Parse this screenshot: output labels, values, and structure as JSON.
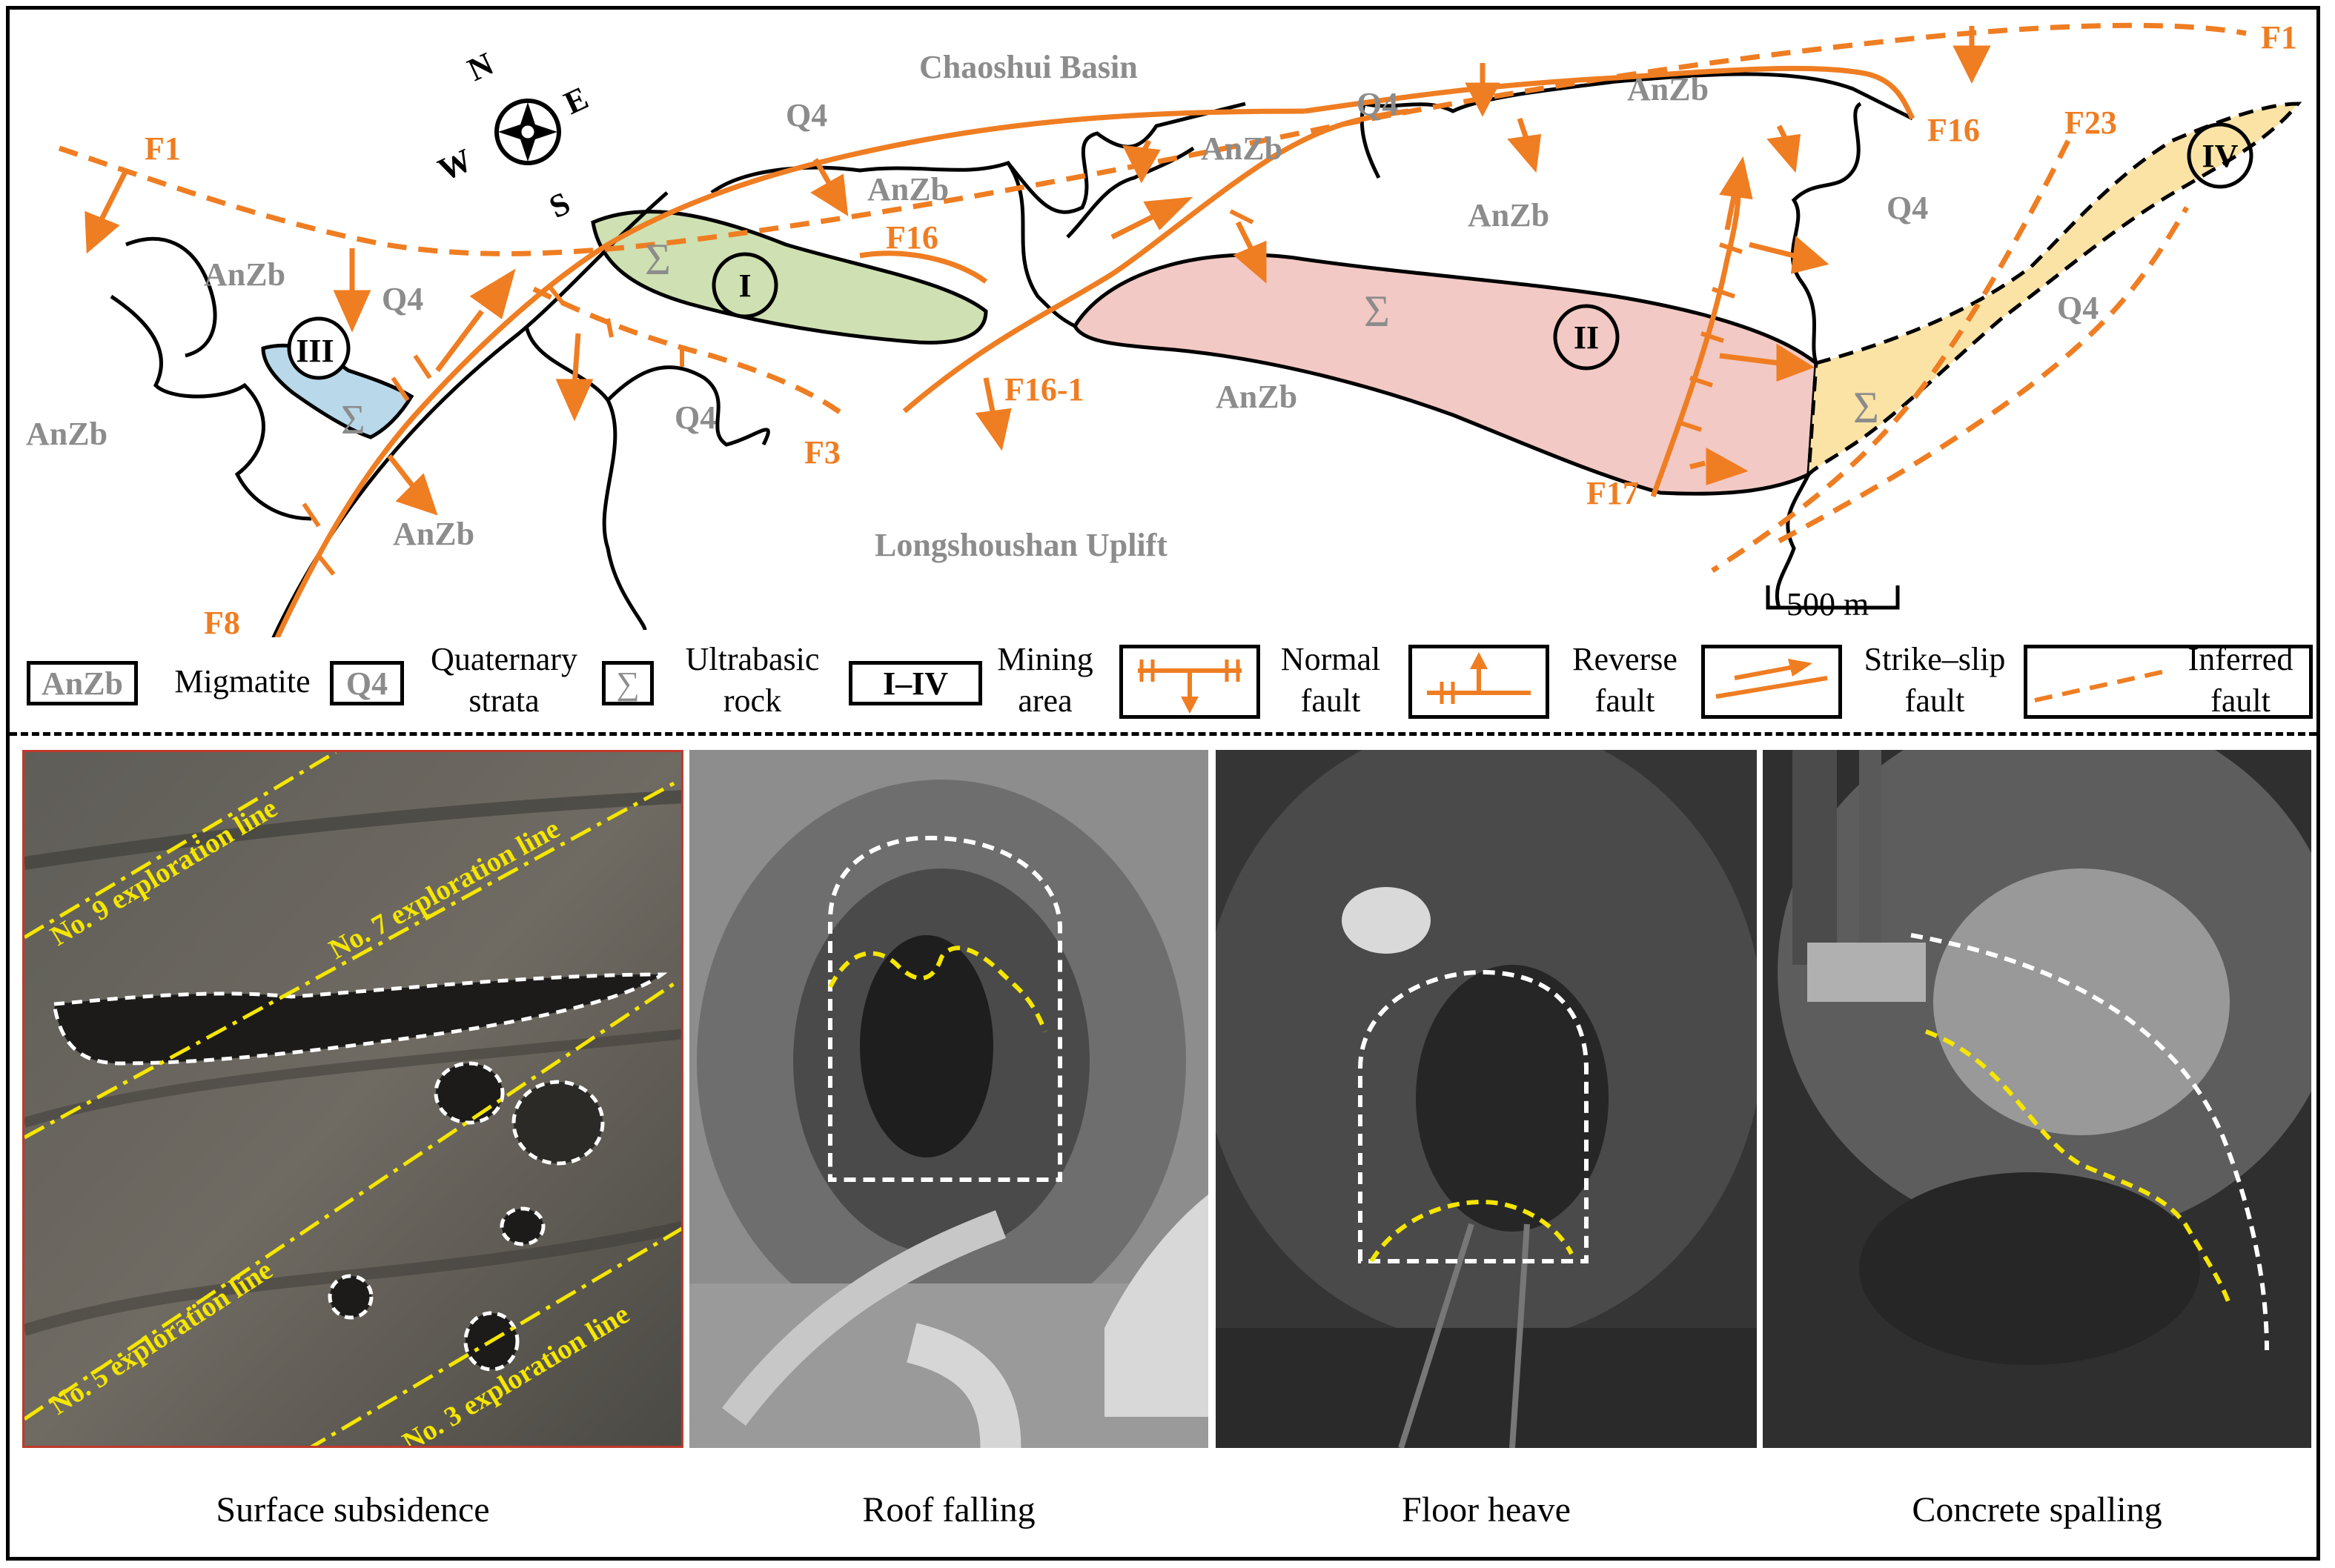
{
  "map": {
    "basin_label": "Chaoshui Basin",
    "uplift_label": "Longshoushan Uplift",
    "compass": {
      "north": "N",
      "east": "E",
      "south": "S",
      "west": "W"
    },
    "faults": [
      "F1",
      "F1",
      "F16",
      "F16",
      "F16-1",
      "F23",
      "F3",
      "F8",
      "F17"
    ],
    "mining_areas": [
      "I",
      "II",
      "III",
      "IV"
    ],
    "strata_labels": [
      "AnZb",
      "Q4",
      "Σ"
    ],
    "scale_bar": "500 m",
    "colors": {
      "fault": "#ef7d22",
      "area_I": "#cfe0b2",
      "area_II": "#f2c9c4",
      "area_III": "#b9d9ea",
      "area_IV": "#fbe3a6",
      "gray_label": "#8c8c8c"
    }
  },
  "legend": {
    "migmatite_symbol": "AnZb",
    "migmatite": "Migmatite",
    "quaternary_symbol": "Q4",
    "quaternary_line1": "Quaternary",
    "quaternary_line2": "strata",
    "ultrabasic_symbol": "∑",
    "ultrabasic_line1": "Ultrabasic",
    "ultrabasic_line2": "rock",
    "mining_symbol": "I–IV",
    "mining_line1": "Mining",
    "mining_line2": "area",
    "normal_line1": "Normal",
    "normal_line2": "fault",
    "reverse_line1": "Reverse",
    "reverse_line2": "fault",
    "strike_line1": "Strike–slip",
    "strike_line2": "fault",
    "inferred_line1": "Inferred",
    "inferred_line2": "fault"
  },
  "photos": {
    "exploration_lines": [
      "No. 9 exploration line",
      "No. 7 exploration line",
      "No. 5 exploration line",
      "No. 3 exploration line"
    ],
    "captions": [
      "Surface subsidence",
      "Roof falling",
      "Floor heave",
      "Concrete spalling"
    ]
  }
}
